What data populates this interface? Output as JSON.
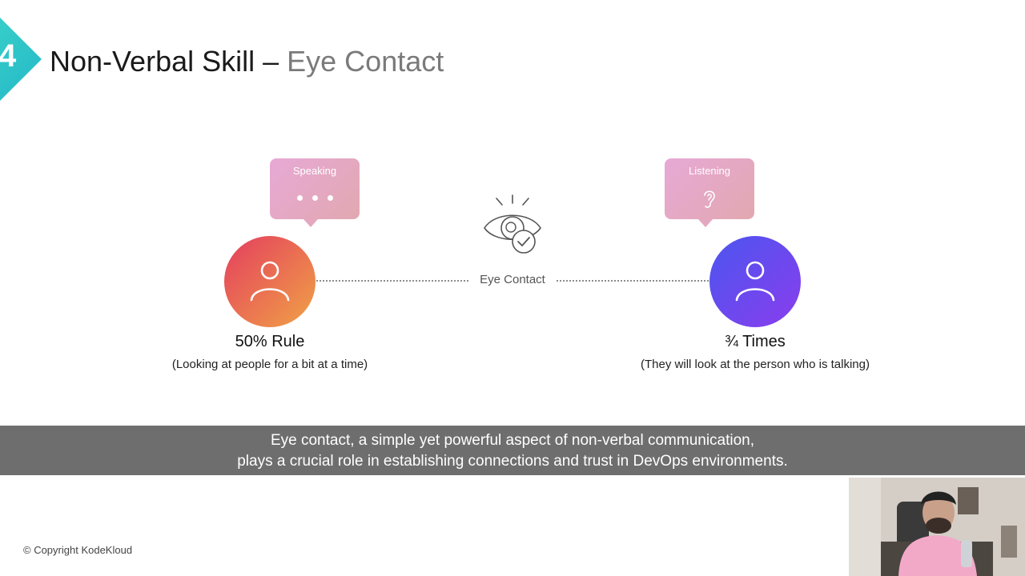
{
  "header": {
    "badge_number": "4",
    "title_main": "Non-Verbal Skill – ",
    "title_sub": "Eye Contact"
  },
  "diagram": {
    "speaking_label": "Speaking",
    "listening_label": "Listening",
    "connector_label": "Eye Contact",
    "left": {
      "title": "50% Rule",
      "description": "(Looking at people for a bit at a time)"
    },
    "right": {
      "title": "¾ Times",
      "description": "(They will look at the person who is talking)"
    },
    "icons": [
      "dots-icon",
      "ear-icon",
      "eye-check-icon",
      "person-icon"
    ]
  },
  "caption": {
    "line1": "Eye contact, a simple yet powerful aspect of non-verbal communication,",
    "line2": "plays a crucial role in establishing connections and trust in DevOps environments."
  },
  "footer": {
    "copyright": "© Copyright KodeKloud"
  },
  "colors": {
    "badge": "#2bc4c9",
    "speaking_avatar": [
      "#e43e5e",
      "#f0a246"
    ],
    "listening_avatar": [
      "#4b56ef",
      "#8a3dee"
    ],
    "bubble": [
      "#e7a9d6",
      "#e2a8b0"
    ],
    "caption_bg": "#6e6e6e"
  }
}
